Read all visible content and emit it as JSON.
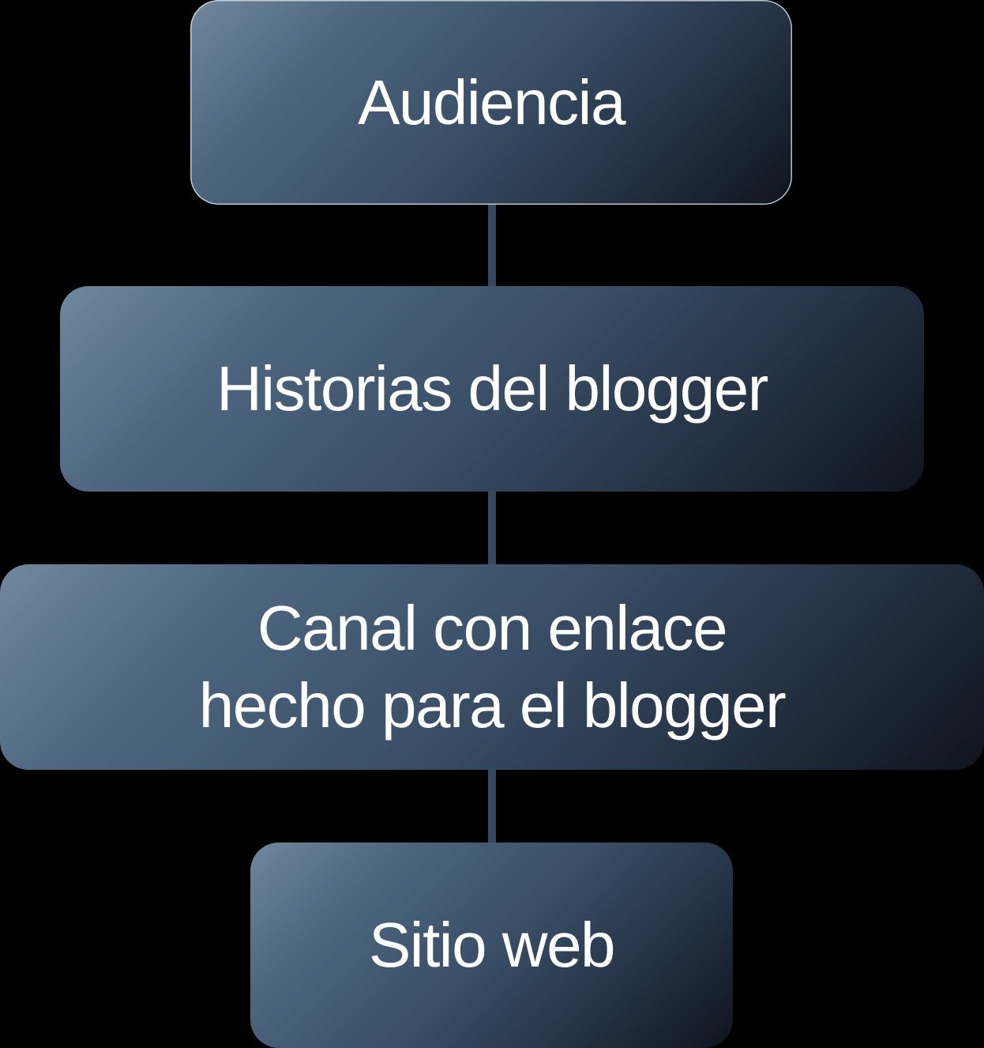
{
  "diagram": {
    "type": "vertical-flowchart",
    "background": "#000000",
    "node_gradient": [
      "#70879d",
      "#3a4f67",
      "#0f141d"
    ],
    "connector_color": "#344960",
    "text_color": "#ffffff",
    "nodes": [
      {
        "id": "audiencia",
        "label": "Audiencia"
      },
      {
        "id": "historias",
        "label": "Historias del blogger"
      },
      {
        "id": "canal",
        "label": "Canal con enlace\nhecho para el blogger"
      },
      {
        "id": "sitio",
        "label": "Sitio web"
      }
    ],
    "edges": [
      {
        "from": "audiencia",
        "to": "historias"
      },
      {
        "from": "historias",
        "to": "canal"
      },
      {
        "from": "canal",
        "to": "sitio"
      }
    ]
  }
}
